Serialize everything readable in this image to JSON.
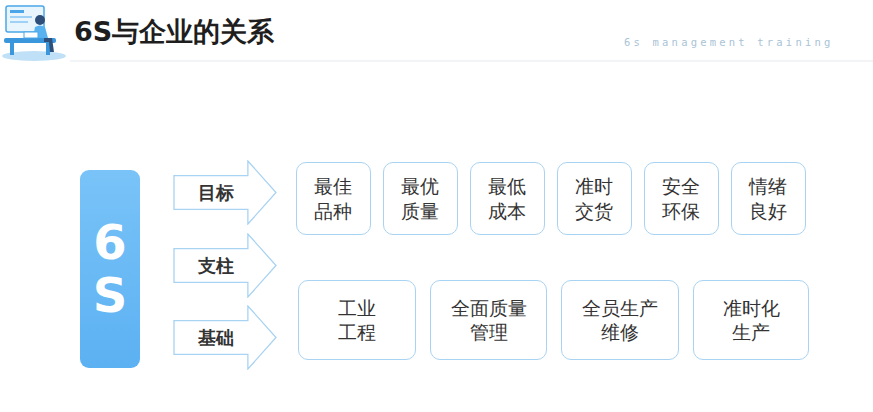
{
  "diagram": {
    "title": "6S与企业的关系",
    "nodes": [
      {
        "text": [
          "6S"
        ]
      },
      {
        "text": [
          "目标"
        ]
      },
      {
        "text": [
          "支柱"
        ]
      },
      {
        "text": [
          "基础"
        ]
      },
      {
        "text": [
          "最佳 品种"
        ]
      },
      {
        "text": [
          "最优 质量"
        ]
      },
      {
        "text": [
          "最低 成本"
        ]
      },
      {
        "text": [
          "准时 交货"
        ]
      },
      {
        "text": [
          "安全 环保"
        ]
      },
      {
        "text": [
          "情绪 良好"
        ]
      },
      {
        "text": [
          "工业 工程"
        ]
      },
      {
        "text": [
          "全面质量 管理"
        ]
      },
      {
        "text": [
          "全员生产 维修"
        ]
      },
      {
        "text": [
          "准时化 生产"
        ]
      }
    ],
    "labels": [
      "6s management training"
    ]
  }
}
